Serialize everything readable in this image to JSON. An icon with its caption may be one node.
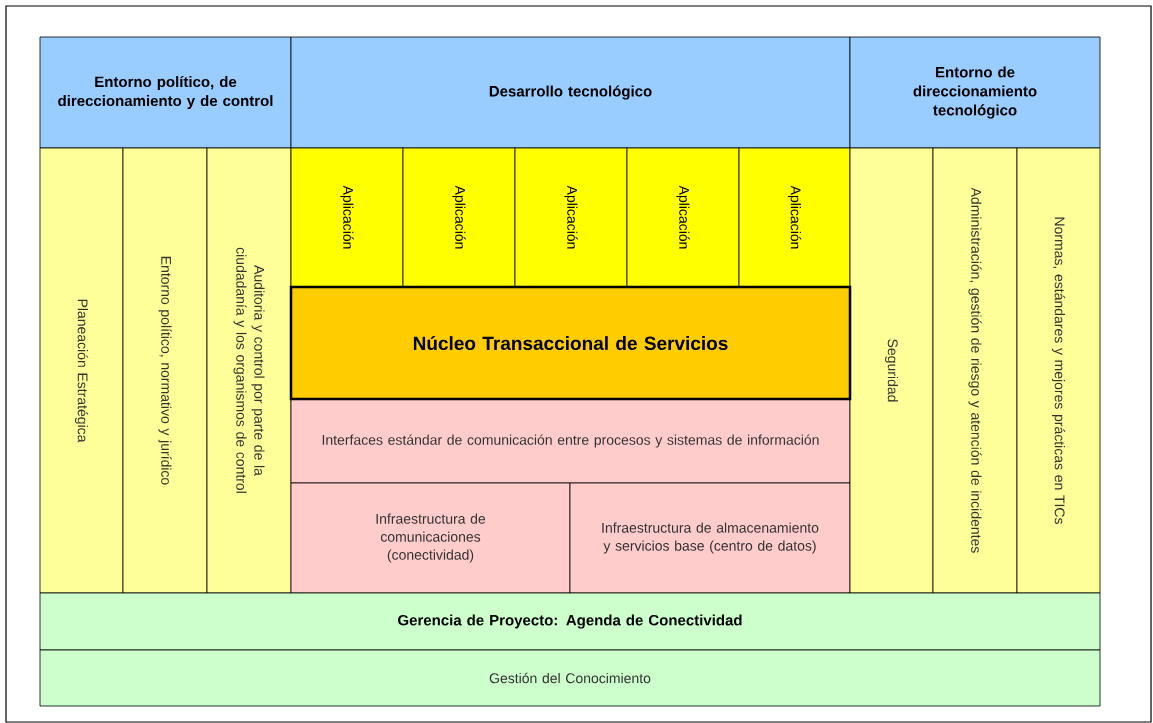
{
  "diagram": {
    "nodes": [
      {
        "text": [
          "Entorno político, de direccionamiento y de control"
        ]
      },
      {
        "text": [
          "Desarrollo tecnológico"
        ]
      },
      {
        "text": [
          "Entorno de direccionamiento tecnológico"
        ]
      },
      {
        "text": [
          "Planeación Estratégica"
        ]
      },
      {
        "text": [
          "Entorno político, normativo y jurídico"
        ]
      },
      {
        "text": [
          "Auditoria y control por parte de la ciudadanía y los organismos de control"
        ]
      },
      {
        "text": [
          "Aplicación"
        ]
      },
      {
        "text": [
          "Aplicación"
        ]
      },
      {
        "text": [
          "Aplicación"
        ]
      },
      {
        "text": [
          "Aplicación"
        ]
      },
      {
        "text": [
          "Aplicación"
        ]
      },
      {
        "text": [
          "Núcleo Transaccional de Servicios"
        ]
      },
      {
        "text": [
          "Interfaces estándar de comunicación entre procesos y sistemas de información"
        ]
      },
      {
        "text": [
          "Infraestructura de comunicaciones (conectividad)"
        ]
      },
      {
        "text": [
          "Infraestructura de almacenamiento y servicios base (centro de datos)"
        ]
      },
      {
        "text": [
          "Seguridad"
        ]
      },
      {
        "text": [
          "Administración, gestión de riesgo y atención de incidentes"
        ]
      },
      {
        "text": [
          "Normas, estándares y mejores prácticas en TICs"
        ]
      },
      {
        "text": [
          "Gerencia de Proyecto: Agenda de Conectividad"
        ]
      },
      {
        "text": [
          "Gestión del Conocimiento"
        ]
      }
    ]
  }
}
